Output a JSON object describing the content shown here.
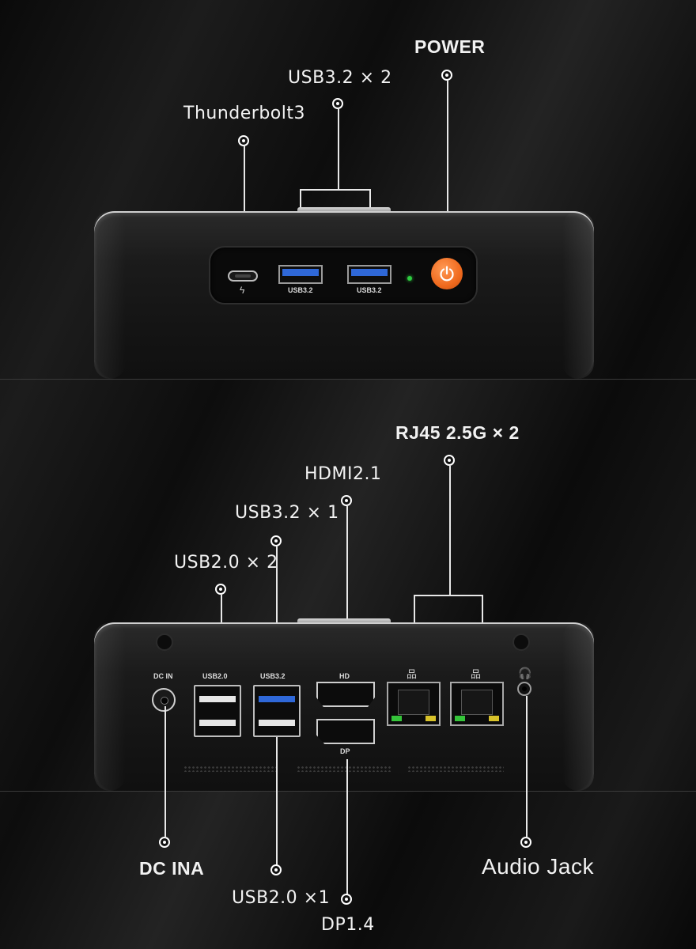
{
  "front": {
    "callouts": {
      "power": "POWER",
      "usb32_x2": "USB3.2 × 2",
      "thunderbolt": "Thunderbolt3"
    },
    "port_labels": {
      "usb_left": "USB3.2",
      "usb_right": "USB3.2"
    },
    "colors": {
      "power_button": "#f06a1e",
      "status_led": "#2ecc40",
      "usb3_insert": "#2f68d8"
    }
  },
  "rear": {
    "callouts": {
      "rj45": "RJ45 2.5G × 2",
      "hdmi": "HDMI2.1",
      "usb32_x1": "USB3.2 × 1",
      "usb20_x2": "USB2.0 × 2",
      "dc_in": "DC INA",
      "usb20_x1": "USB2.0 ×1",
      "audio": "Audio Jack",
      "dp": "DP1.4"
    },
    "port_labels": {
      "dc_in": "DC IN",
      "usb20": "USB2.0",
      "usb32": "USB3.2",
      "hd": "HD",
      "dp": "DP"
    },
    "icons": [
      "network-icon",
      "network-icon",
      "headphone-icon"
    ]
  }
}
